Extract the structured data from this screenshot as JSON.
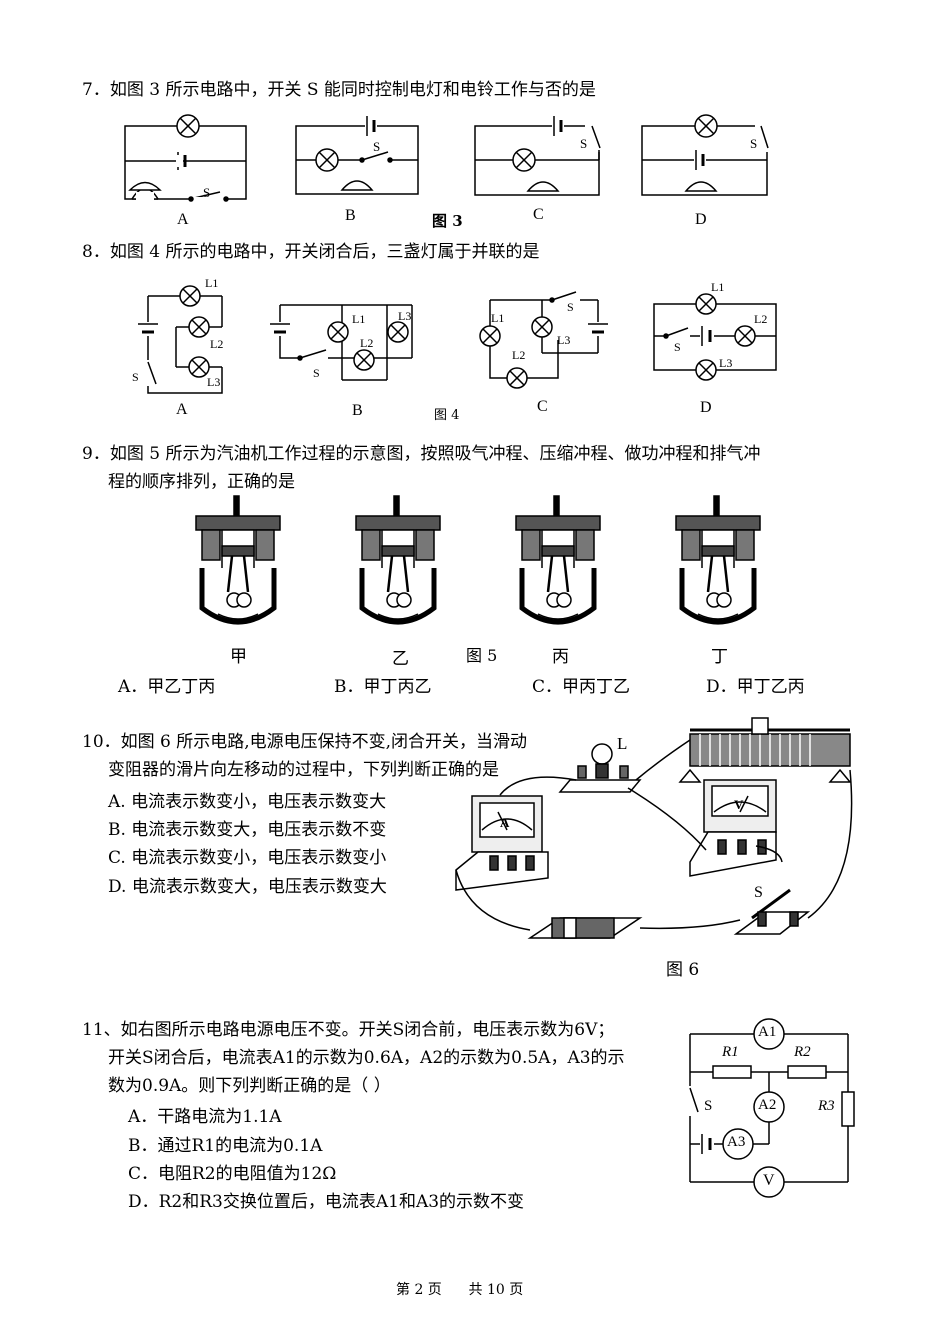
{
  "q7": {
    "stem": "7．如图 3 所示电路中，开关 S 能同时控制电灯和电铃工作与否的是",
    "labels": [
      "A",
      "B",
      "C",
      "D"
    ],
    "fig": "图 3",
    "switch": "S"
  },
  "q8": {
    "stem": "8．如图 4 所示的电路中，开关闭合后，三盏灯属于并联的是",
    "labels": [
      "A",
      "B",
      "C",
      "D"
    ],
    "fig": "图 4",
    "switch": "S",
    "lamps": [
      "L1",
      "L2",
      "L3"
    ]
  },
  "q9": {
    "stem_line1": "9．如图  5  所示为汽油机工作过程的示意图，按照吸气冲程、压缩冲程、做功冲程和排气冲",
    "stem_line2": "程的顺序排列，正确的是",
    "captions": [
      "甲",
      "乙",
      "丙",
      "丁"
    ],
    "fig": "图 5",
    "options": [
      "A．甲乙丁丙",
      "B．甲丁丙乙",
      "C．甲丙丁乙",
      "D．甲丁乙丙"
    ]
  },
  "q10": {
    "stem_line1": "10．如图 6 所示电路,电源电压保持不变,闭合开关，当滑动",
    "stem_line2": "变阻器的滑片向左移动的过程中，下列判断正确的是",
    "options": [
      "A. 电流表示数变小，电压表示数变大",
      "B. 电流表示数变大，电压表示数不变",
      "C. 电流表示数变小，电压表示数变小",
      "D. 电流表示数变大，电压表示数变大"
    ],
    "fig": "图 6",
    "lamp_label": "L",
    "switch_label": "S",
    "ammeter": "A",
    "voltmeter": "V"
  },
  "q11": {
    "stem_line1": "11、如右图所示电路电源电压不变。开关S闭合前，电压表示数为6V；",
    "stem_line2": "开关S闭合后，电流表A1的示数为0.6A，A2的示数为0.5A，A3的示",
    "stem_line3": "数为0.9A。则下列判断正确的是（          ）",
    "options": [
      "A．干路电流为1.1A",
      "B．通过R1的电流为0.1A",
      "C．电阻R2的电阻值为12Ω",
      "D．R2和R3交换位置后，电流表A1和A3的示数不变"
    ],
    "meters": [
      "A1",
      "A2",
      "A3",
      "V"
    ],
    "resistors": [
      "R1",
      "R2",
      "R3"
    ],
    "switch": "S"
  },
  "footer": "第 2 页      共 10 页"
}
